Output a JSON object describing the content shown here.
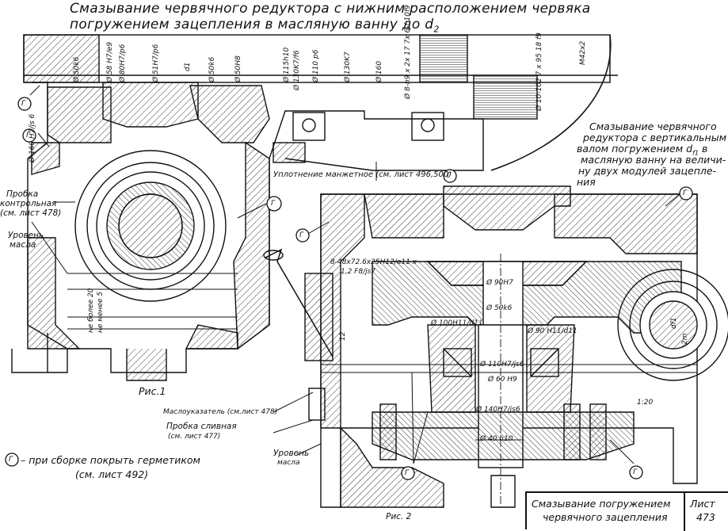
{
  "header": {
    "line1": "Смазывание червячного редуктора с нижним расположением червяка",
    "line2": "погружением зацепления в масляную ванну до d",
    "line2_sub": "2"
  },
  "right_title": {
    "line1": "Смазывание червячного",
    "line2": "редуктора с вертикальным",
    "line3": "валом погружением d",
    "line3_sub": "f1",
    "line3_end": " в",
    "line4": "масляную ванну на величи-",
    "line5": "ну двух модулей зацепле-",
    "line6": "ния"
  },
  "fig1": {
    "caption": "Рис.1",
    "probka_kontr_1": "Пробка",
    "probka_kontr_2": "контрольная",
    "probka_kontr_3": "(см. лист 478)",
    "uroven_1": "Уровень",
    "uroven_2": "масла",
    "ne_bolee": "не более 20",
    "ne_menee": "не менее 5",
    "dims_top": [
      "Ø 50k6",
      "Ø 58 H7/e9",
      "Ø 80H7/p6",
      "Ø 51H7/p6",
      "d1",
      "Ø 50k6",
      "Ø 50H8"
    ],
    "dims_right": [
      "Ø 115h10",
      "Ø 130K7/f6",
      "Ø 110 p6",
      "Ø 130K7",
      "Ø 160",
      "Ø 8-h9 x 2x 17 7x 6-f 10f9",
      "Ø 10-102 7 x 95 18 f9",
      "M42x2"
    ],
    "dim_left": "Ø 160 H7/js 6",
    "uplotnenie": "Уплотнение манжетное (см. лист 496,500)"
  },
  "fig2": {
    "caption": "Рис. 2",
    "spline_1": "8-48x72.6x25H12/a11 x",
    "spline_2": "1,2 F8/js7",
    "d90": "Ø 90H7",
    "d50": "Ø 50k6",
    "d100": "Ø 100H11/d11",
    "d90b": "Ø 90 H11/d11",
    "d110": "Ø 110H7/js6",
    "d60": "Ø 60 H9",
    "d140": "Ø 140H7/js6",
    "d40": "Ø 40 h10",
    "slope": "1:20",
    "df1": "df1",
    "two_m": "2m",
    "twelve": "12",
    "maslouk_1": "Маслоуказатель (см.лист 478)",
    "probka_sliv_1": "Пробка сливная",
    "probka_sliv_2": "(см. лист 477)",
    "uroven_1": "Уровень",
    "uroven_2": "масла"
  },
  "legend": {
    "symbol": "Г",
    "text": "– при сборке покрыть герметиком",
    "text2": "(см. лист 492)"
  },
  "markers": [
    "Г",
    "Г",
    "Г",
    "Г",
    "Г",
    "Г",
    "Г",
    "Г"
  ],
  "stamp": {
    "title_1": "Смазывание погружением",
    "title_2": "червячного зацепления",
    "sheet_label": "Лист",
    "sheet_no": "473"
  }
}
